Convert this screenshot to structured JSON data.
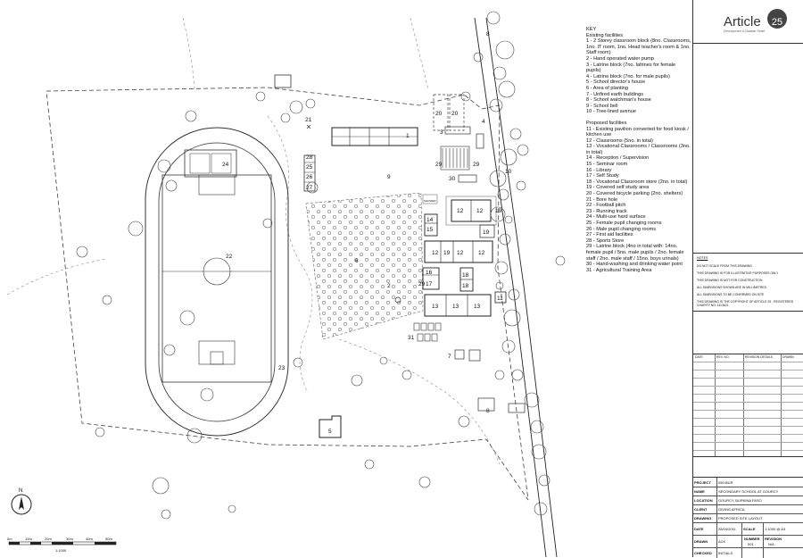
{
  "plan": {
    "labels": {
      "n1": "1",
      "n3": "3",
      "n4": "4",
      "n5": "5",
      "n6": "6",
      "n7": "7",
      "n8": "8",
      "n9": "9",
      "n10": "10",
      "n12a": "12",
      "n12b": "12",
      "n12c": "12",
      "n12d": "12",
      "n12e": "12",
      "n13a": "13",
      "n13b": "13",
      "n13c": "13",
      "n14": "14",
      "n15": "15",
      "n16": "16",
      "n17": "17",
      "n18a": "18",
      "n18b": "18",
      "n19a": "19",
      "n19b": "19",
      "n19c": "19",
      "n20a": "20",
      "n20b": "20",
      "n21": "21",
      "n22": "22",
      "n23": "23",
      "n24": "24",
      "n25": "25",
      "n26": "26",
      "n27": "27",
      "n28": "28",
      "n29a": "29",
      "n29b": "29",
      "n29c": "29",
      "n30": "30",
      "n31": "31",
      "n11": "11",
      "n2": "2",
      "shed": "SHOWER"
    },
    "north": "N",
    "scale_ticks": [
      "0m",
      "10m",
      "20m",
      "30m",
      "40m",
      "50m"
    ],
    "scale_ratio": "1:1000"
  },
  "key": {
    "title": "KEY",
    "existing_title": "Existing facilities",
    "existing": [
      "1 - 2 Storey classroom block (8no. Classrooms, 1no. IT room, 1no. Head teacher's room & 1no. Staff room)",
      "2 - Hand operated water pump",
      "3 - Latrine block (7no. latrines for female pupils)",
      "4 - Latrine block (7no. for male pupils)",
      "5 - School director's house",
      "6 - Area of planting",
      "7 - Unfired earth buildings",
      "8 - School watchman's house",
      "9 - School bell",
      "10 - Tree-lined avenue"
    ],
    "proposed_title": "Proposed facilities",
    "proposed": [
      "11 - Existing pavilion converted for food kiosk / kitchen use",
      "12 - Classrooms (5no. in total)",
      "13 - Vocational Classrooms / Classrooms (3no. in total)",
      "14 - Reception / Supervision",
      "15 - Seminar room",
      "16 - Library",
      "17 - Self Study",
      "18 - Vocational Classroom store (2no. in total)",
      "19 - Covered self study area",
      "20 - Covered bicycle parking (2no. shelters)",
      "21 - Bore hole",
      "22 - Football pitch",
      "23 - Running track",
      "24 - Multi-use hard surface",
      "25 - Female pupil changing rooms",
      "26 - Male pupil changing rooms",
      "27 - First aid facilities",
      "28 - Sports Store",
      "29 - Latrine block (4no in total with: 14no. female pupil / 5no. male pupils / 2no. female staff / 2no. male staff / 15no. boys urinals)",
      "30 - Hand-washing and drinking water point",
      "31 - Agricultural Training Area"
    ]
  },
  "titleblock": {
    "logo_word": "Article",
    "logo_number": "25",
    "logo_tagline": "Development & Disaster Relief",
    "notes_title": "NOTES",
    "notes": [
      "DO NOT SCALE FROM THIS DRAWING",
      "THIS DRAWING IS FOR ILLUSTRATIVE PURPOSES ONLY",
      "THIS DRAWING IS NOT FOR CONSTRUCTION",
      "ALL DIMENSIONS SHOWN ARE IN MILLIMETRES",
      "ALL DIMENSIONS TO BE CONFIRMED ON SITE",
      "THIS DRAWING IS THE COPYRIGHT OF ARTICLE 25 - REGISTERED CHARITY NO. 1113621"
    ],
    "revision_headers": [
      "DATE",
      "REV. NO.",
      "REVISION DETAILS",
      "DRAWN"
    ],
    "project_label": "PROJECT",
    "project_value": "050-BUR",
    "name_label": "NAME",
    "name_value": "SECONDARY SCHOOL AT GOURCY",
    "location_label": "LOCATION",
    "location_value": "GOURCY, BURKINA FASO",
    "client_label": "CLIENT",
    "client_value": "GIVING AFRICA",
    "drawing_label": "DRAWING",
    "drawing_value": "PROPOSED SITE LAYOUT",
    "date_label": "DATE",
    "date_value": "28/04/2011",
    "scale_label": "SCALE",
    "scale_value": "1:1000 @ A3",
    "drawn_label": "DRAWN",
    "drawn_value": "ACK",
    "number_label": "NUMBER",
    "number_value": "001",
    "revision_label": "REVISION",
    "revision_value": "N/A",
    "checked_label": "CHECKED",
    "checked_value": "INITIALS"
  }
}
